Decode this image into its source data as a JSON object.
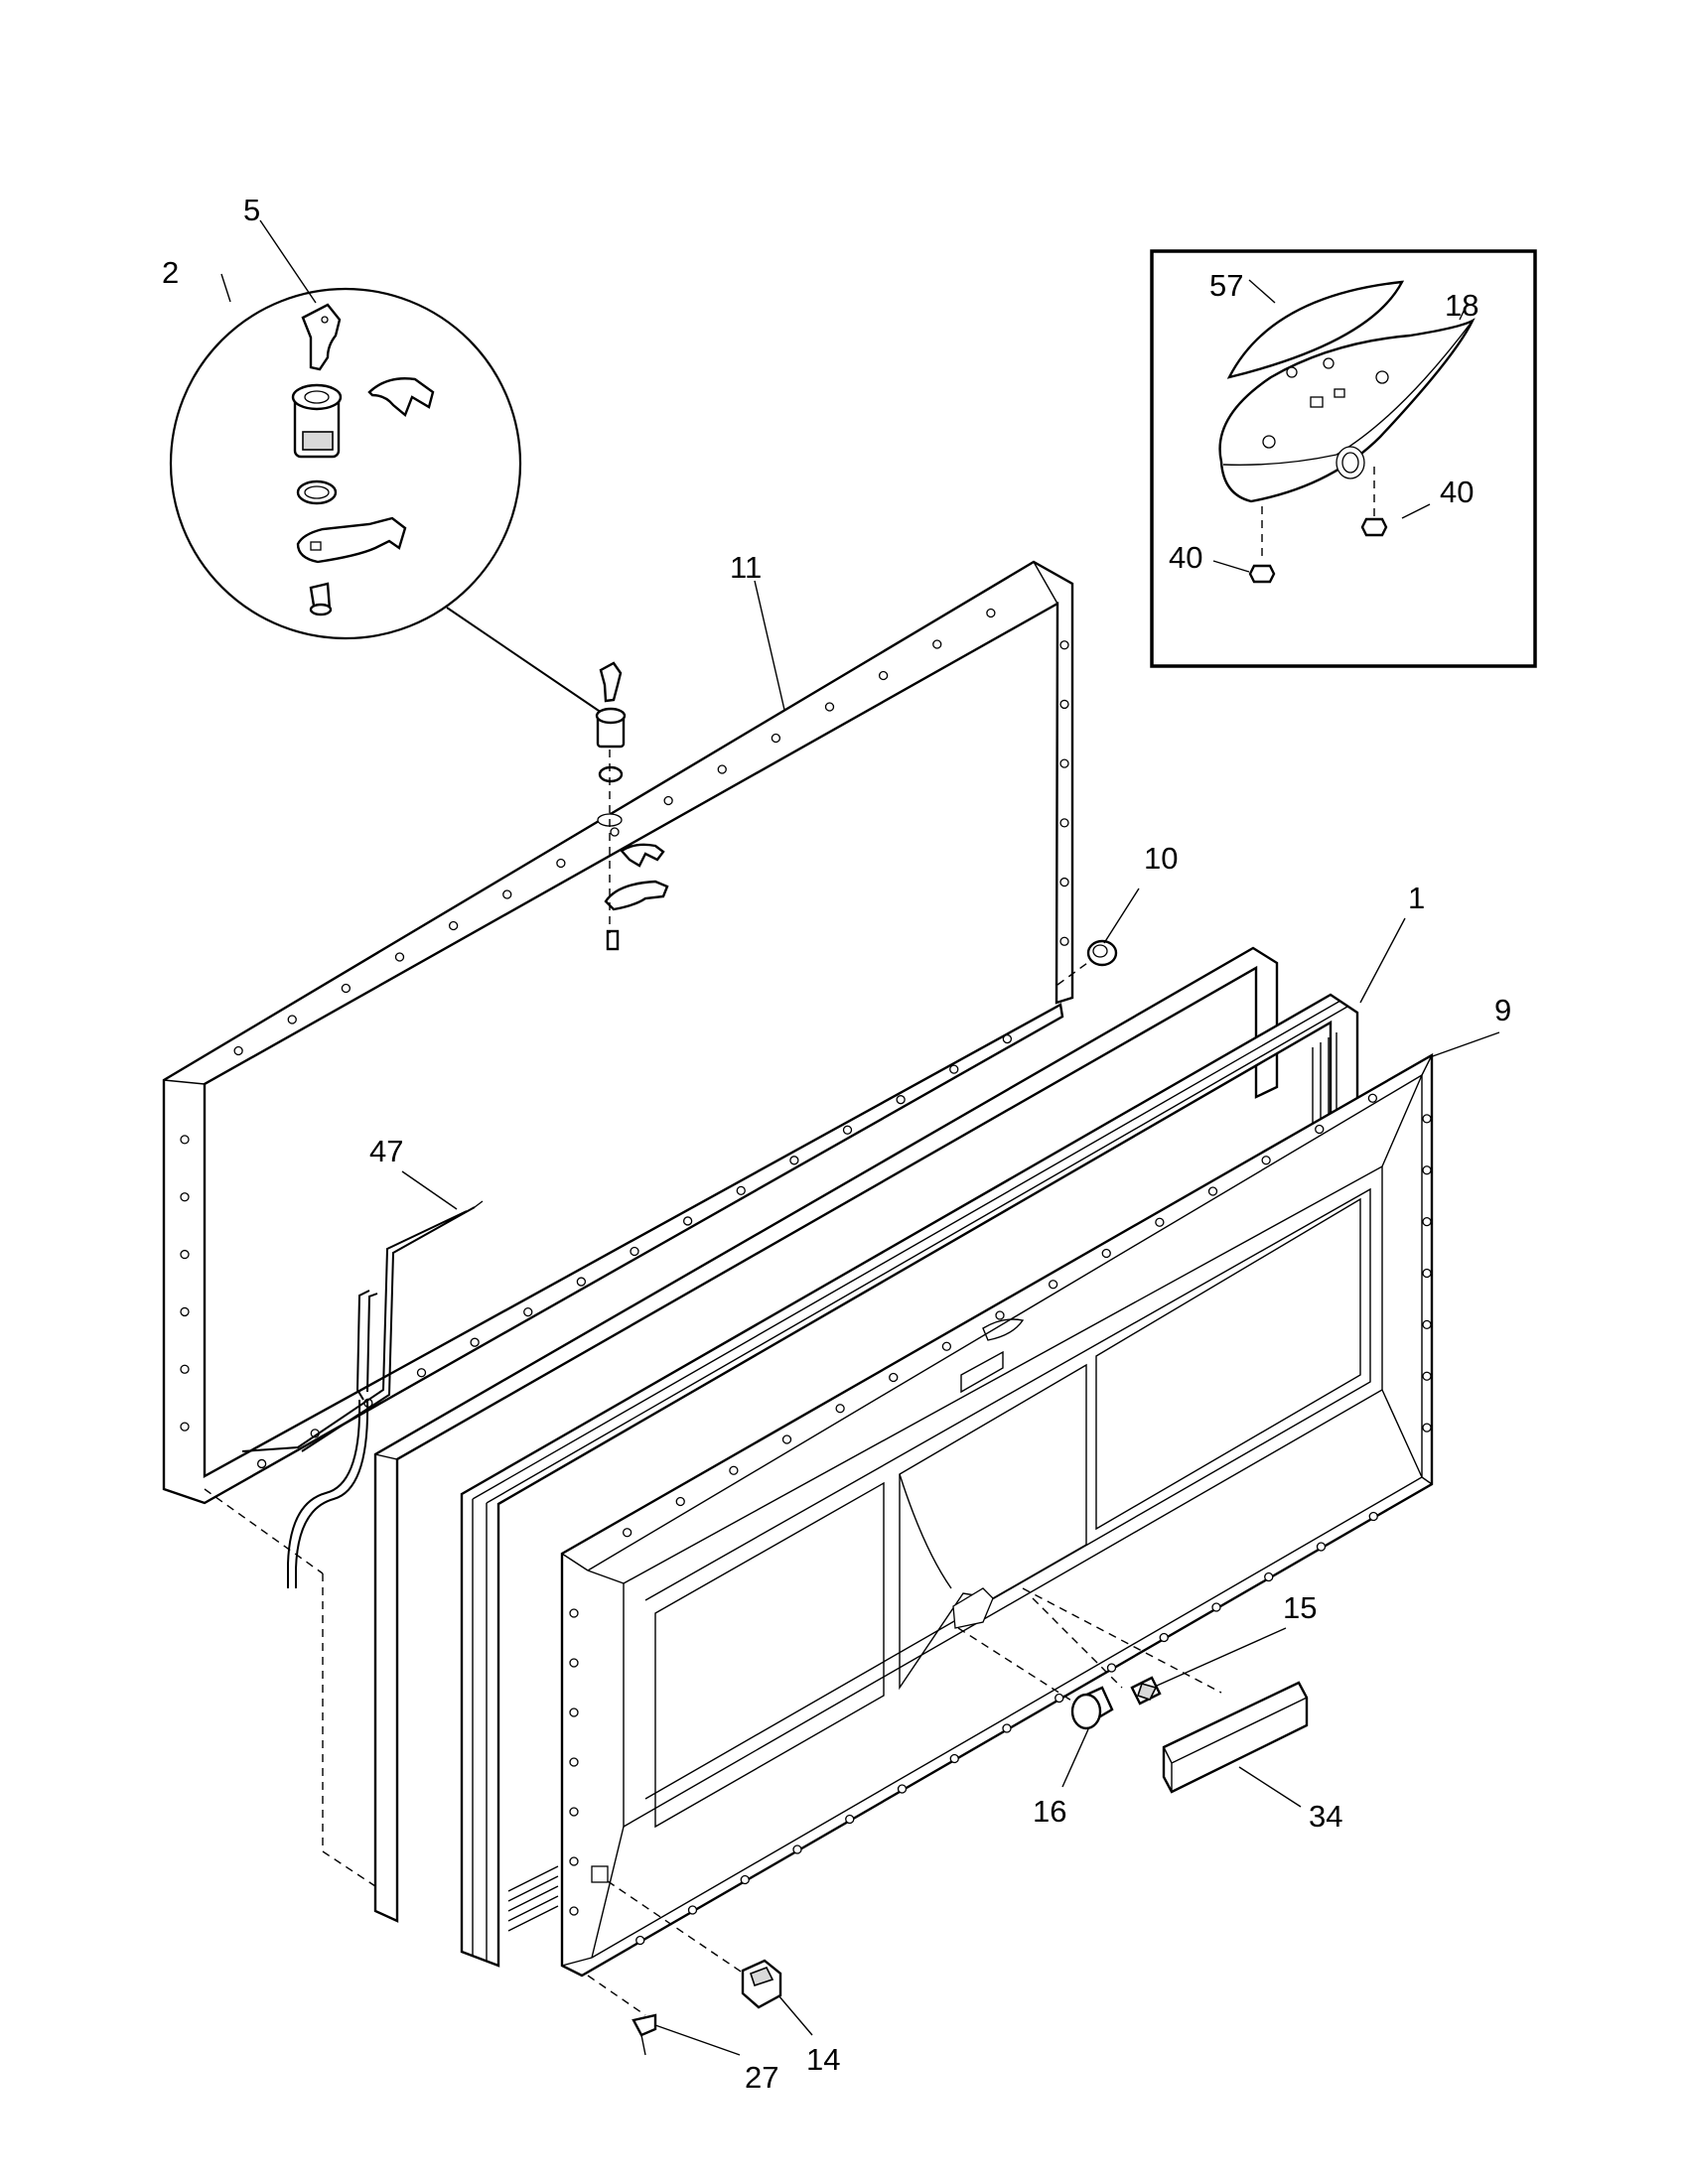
{
  "callouts": {
    "c5": "5",
    "c2": "2",
    "c11": "11",
    "c57": "57",
    "c18": "18",
    "c40a": "40",
    "c40b": "40",
    "c10": "10",
    "c1": "1",
    "c9": "9",
    "c47": "47",
    "c15": "15",
    "c16": "16",
    "c34": "34",
    "c14": "14",
    "c27": "27"
  }
}
